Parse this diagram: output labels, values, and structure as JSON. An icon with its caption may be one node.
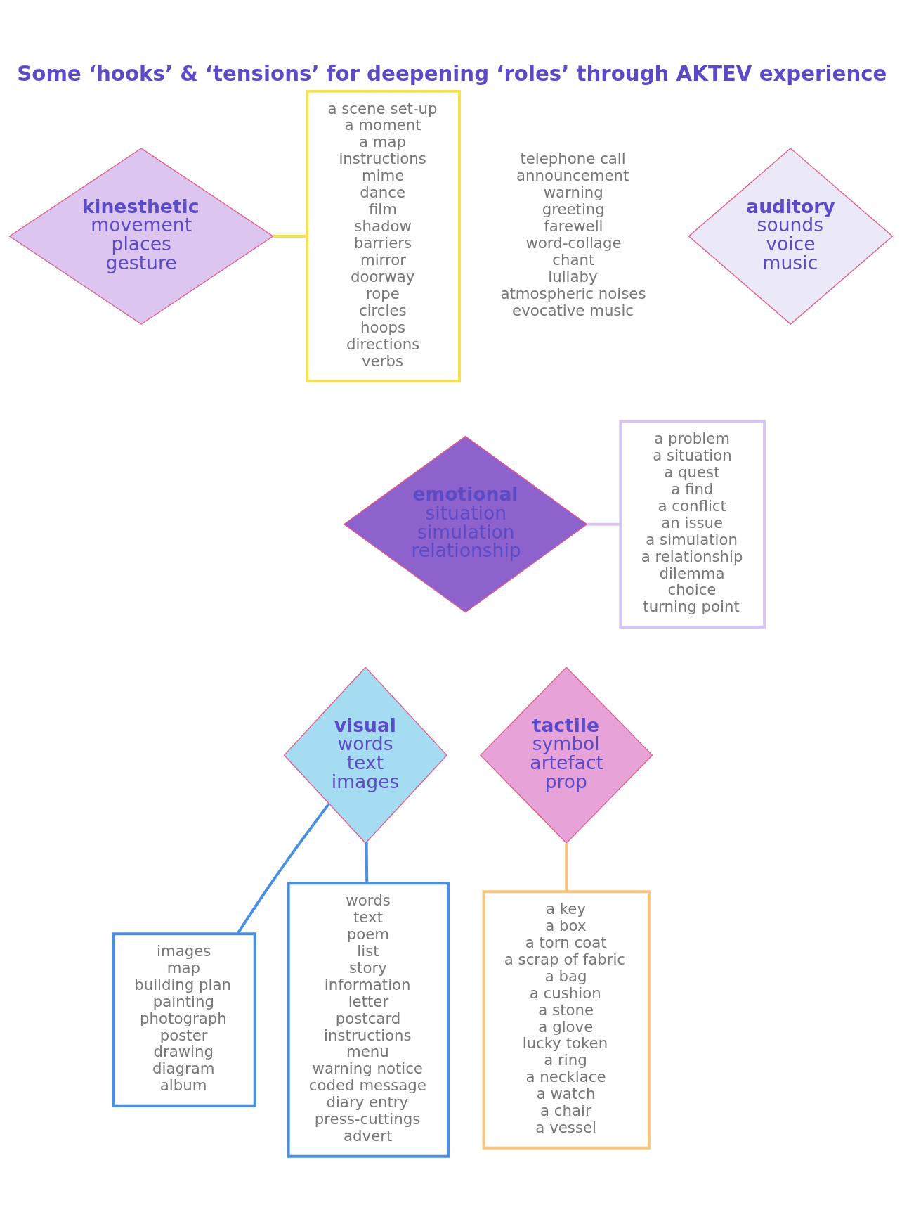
{
  "diagram": {
    "title": "Some ‘hooks’ & ‘tensions’ for deepening ‘roles’ through AKTEV experience",
    "nodes": [
      {
        "text": [
          "auditory",
          "sounds",
          "voice",
          "music"
        ]
      },
      {
        "text": [
          "kinesthetic",
          "movement",
          "places",
          "gesture"
        ]
      },
      {
        "text": [
          "emotional",
          "situation",
          "simulation",
          "relationship"
        ]
      },
      {
        "text": [
          "visual",
          "words",
          "text",
          "images"
        ]
      },
      {
        "text": [
          "tactile",
          "symbol",
          "artefact",
          "prop"
        ]
      },
      {
        "text": [
          "a scene set-up",
          "a moment",
          "a map",
          "instructions",
          "mime",
          "dance",
          "film",
          "shadow",
          "barriers",
          "mirror",
          "doorway",
          "rope",
          "circles",
          "hoops",
          "directions",
          "verbs"
        ]
      },
      {
        "text": [
          "a problem",
          "a situation",
          "a quest",
          "a find",
          "a conflict",
          "an issue",
          "a simulation",
          "a relationship",
          "dilemma",
          "choice",
          "turning point"
        ]
      },
      {
        "text": [
          "images",
          "map",
          "building plan",
          "painting",
          "photograph",
          "poster",
          "drawing",
          "diagram",
          "album"
        ]
      },
      {
        "text": [
          "words",
          "text",
          "poem",
          "list",
          "story",
          "information",
          "letter",
          "postcard",
          "instructions",
          "menu",
          "warning notice",
          "coded message",
          "diary entry",
          "press-cuttings",
          "advert"
        ]
      },
      {
        "text": [
          "a key",
          "a box",
          "a torn coat",
          "a scrap of fabric",
          "a bag",
          "a cushion",
          "a stone",
          "a glove",
          "lucky token",
          "a ring",
          "a necklace",
          "a watch",
          "a chair",
          "a vessel"
        ]
      }
    ],
    "edges": [
      {
        "from": 1,
        "to": 5,
        "arrow": "none",
        "color": "#f2e250"
      },
      {
        "from": 2,
        "to": 6,
        "arrow": "none",
        "color": "#d8c4f0"
      },
      {
        "from": 3,
        "to": 7,
        "arrow": "none",
        "color": "#4a90e2"
      },
      {
        "from": 3,
        "to": 8,
        "arrow": "none",
        "color": "#4a90e2"
      },
      {
        "from": 4,
        "to": 9,
        "arrow": "none",
        "color": "#f5c77e"
      }
    ],
    "labels": [
      "telephone call",
      "announcement",
      "warning",
      "greeting",
      "farewell",
      "word-collage",
      "chant",
      "lullaby",
      "atmospheric noises",
      "evocative music"
    ]
  }
}
